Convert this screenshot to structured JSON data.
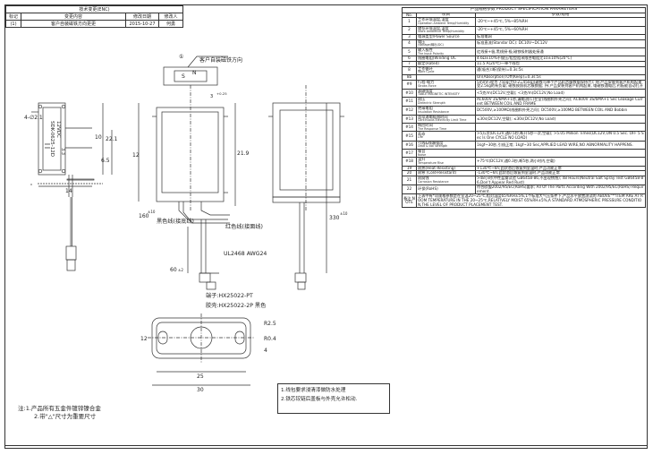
{
  "revision": {
    "title": "技术变更(ENC)",
    "headers": [
      "标记",
      "变更内容",
      "修改日期",
      "修改人"
    ],
    "row": [
      "(1)",
      "客户自装磁铁方向更更",
      "2015-10-27",
      "何勇"
    ]
  },
  "drawing": {
    "magnet_label": "客户自装磁铁方向",
    "circle1": "①",
    "n_label": "N",
    "s_label": "S",
    "dim_4_m21": "4-∅2.1",
    "dim_3_tol": "3",
    "dim_3_tol_val": "+0.25",
    "dim_10": "10",
    "dim_12": "12",
    "dim_14": "14",
    "dim_22_1": "22.1",
    "dim_6_5": "6.5",
    "dim_21_9": "21.9",
    "dim_160": "160",
    "dim_160_tol": "±10",
    "dim_60": "60",
    "dim_60_tol": "±2",
    "dim_330": "330",
    "dim_330_tol": "±10",
    "wire_black": "黑色线(接底线)",
    "wire_red": "红色线(接面线)",
    "wire_spec": "UL2468 AWG24",
    "terminal": "端子:HX25022-PT",
    "housing": "胶壳:HX25022-2P 黑色",
    "side_text1": "SDK-0625-12D",
    "side_text2": "12VDC",
    "side_text3": "3.3",
    "bottom_r25": "R2.5",
    "bottom_r04": "R0.4",
    "bottom_4": "4",
    "bottom_12": "12",
    "bottom_25": "25",
    "bottom_30": "30"
  },
  "notes": {
    "left1": "注:1.产品所有五金件镀锌镍合金",
    "left2": "2.带\"△\"尺寸为重要尺寸",
    "box1": "1.线包要求浸清漆做防水处理",
    "box2": "2.铁芯铰链后盖板与外壳允许松动."
  },
  "spec": {
    "title": "产品规格参数 PRODUCT SPECIFICATION PARAMETERS",
    "head_no": "No.",
    "head_item": "项目",
    "head_val": "参数/规格",
    "rows": [
      {
        "no": "1",
        "item": "工作环境温度,湿度",
        "en": "Operation Ambient Temp/Humidity",
        "val": "-20℃~+45℃, 5%~85%RH"
      },
      {
        "no": "2",
        "item": "储存环境温度,湿度",
        "en": "Store Ambience Temp/Humidity",
        "val": "-20℃~+45℃, 5%~60%RH"
      },
      {
        "no": "3",
        "item": "电源类型/Power Source",
        "en": "",
        "val": "标准电网"
      },
      {
        "no": "4",
        "item": "电压",
        "en": "(Voltage)输出(DC)",
        "val": "标准直流(Standar DC): DC10V~DC12V"
      },
      {
        "no": "5",
        "item": "输入极性",
        "en": "The Input Polarity",
        "val": "红线接+极,黑线接-极,磁铁吸附器处接通"
      },
      {
        "no": "6",
        "item": "线圈电阻(Winding OC",
        "en": "",
        "val": "4.6Ω±10%不规压/阻型阻米限合电阻尤10±10%(20°C)"
      },
      {
        "no": "7",
        "item": "额定(Rated)",
        "en": "",
        "val": "11.5 A(20℃)一单个线包"
      },
      {
        "no": "8",
        "item": "工作循环",
        "en": "Work Cycle",
        "val": "通(吸合):断(保持)=0.3s:5s"
      },
      {
        "no": "8b",
        "item": "",
        "en": "",
        "val": "On(Absorption):Off(Keep)=0.3s:5s"
      },
      {
        "no": "#9",
        "item": "行程-电力",
        "en": "Stroke-Force",
        "val": "5mm行程为 750g(力0-2=450g)(磁铁与单个产品机芯模数据保持力); 持:产品安装到客户机构起来受2.5kg的有负载; 磁铁按照机芯模数据; 持:产品安装到客户机构起来, 电磁铁通电后,钓板能自动打开"
      },
      {
        "no": "#10",
        "item": "表磁强度",
        "en": "TABLE MAGNETIC INTENSITY",
        "val": "<5克/m(DC12V,空载); <3克/m(DC12V,No Load)"
      },
      {
        "no": "#11",
        "item": "耐压",
        "en": "Dielectric Strength",
        "val": "AC600V 3S/6MA+1秒,漏电流(C)在室(线圈和外壳之间); AC600V 3S/6MA+1 Sec Leakage Current BETWEEN COIL AND FRAME"
      },
      {
        "no": "#12",
        "item": "绝缘电阻",
        "en": "Insulation Resistance",
        "val": "DC500V,≥100MΩ(线圈和外壳之间); DC500V,≥100MΩ BETWEEN COIL AND Bobbin"
      },
      {
        "no": "#13",
        "item": "连续通电极限时间",
        "en": "Continuous Electricity Limit Time",
        "val": "≤30s(DC12V,空载); ≤30s(DC12V,No Load)"
      },
      {
        "no": "#14",
        "item": "响应时间",
        "en": "The Response Time",
        "val": ""
      },
      {
        "no": "#15",
        "item": "寿命",
        "en": "Life",
        "val": ">5万次(DC12V,通0.5秒,断开5秒一次,空载); >5.05 Million Times(DC12V,ON 0.5 Sec. OFF 5 Sec Is One CYCLE NO LOAD)"
      },
      {
        "no": "#16",
        "item": "引线&线端强度",
        "en": "Lead & coil strength",
        "val": "1kgf~30秒,引线正常; 1kgf~30 Sec,APPLIED LEAD WIRE,NO ABNORMALITY HAPPENS."
      },
      {
        "no": "#17",
        "item": "噪音",
        "en": "Noise",
        "val": ""
      },
      {
        "no": "#18",
        "item": "温升",
        "en": "Temperature Rise",
        "val": "+75℃(DC12V,通0.3秒,断5秒,两小时内,空载)"
      },
      {
        "no": "19",
        "item": "耐热(Heat-Resisting)",
        "en": "",
        "val": "+130℃~6h;此状态后恢复到室温时,产品功能正常"
      },
      {
        "no": "20",
        "item": "耐寒 (Cold-Resistant)",
        "en": "",
        "val": "-130℃~6h;此状态后恢复到室温时,产品功能正常"
      },
      {
        "no": "21",
        "item": "耐腐蚀",
        "en": "Corrosion Resistance",
        "val": ">48小时(中性盐雾试验 GB6458-86,不出现锈蚀); 48 Hours(Neutral Salt Spray Test GB6458-86,Don't Appear Red Rust)"
      },
      {
        "no": "22",
        "item": "环保(RoHS)",
        "en": "",
        "val": "符合欧盟2002/95/EC(RoHS)要求; All Of The Parts According With 2002/95/EC(RoHS) Requirement."
      },
      {
        "no": "备注 NOTE",
        "item": "上表中有*项规格参数是在室温20~25℃,相对湿度65%RH±5%,1个标准大气压条件下,产品水平放置测试的 ABOVE\"*\"ITEM ARE AT ROOM TEMPERATURE IN THE 20~25℃,RELATIVELY MOIST 65%RH±5%,A STANDARD ATMOSPHERIC PRESSURE CONDITION,THE LEVEL OF PRODUCT PLACEMENT TEST.",
        "en": "",
        "val": ""
      }
    ]
  }
}
